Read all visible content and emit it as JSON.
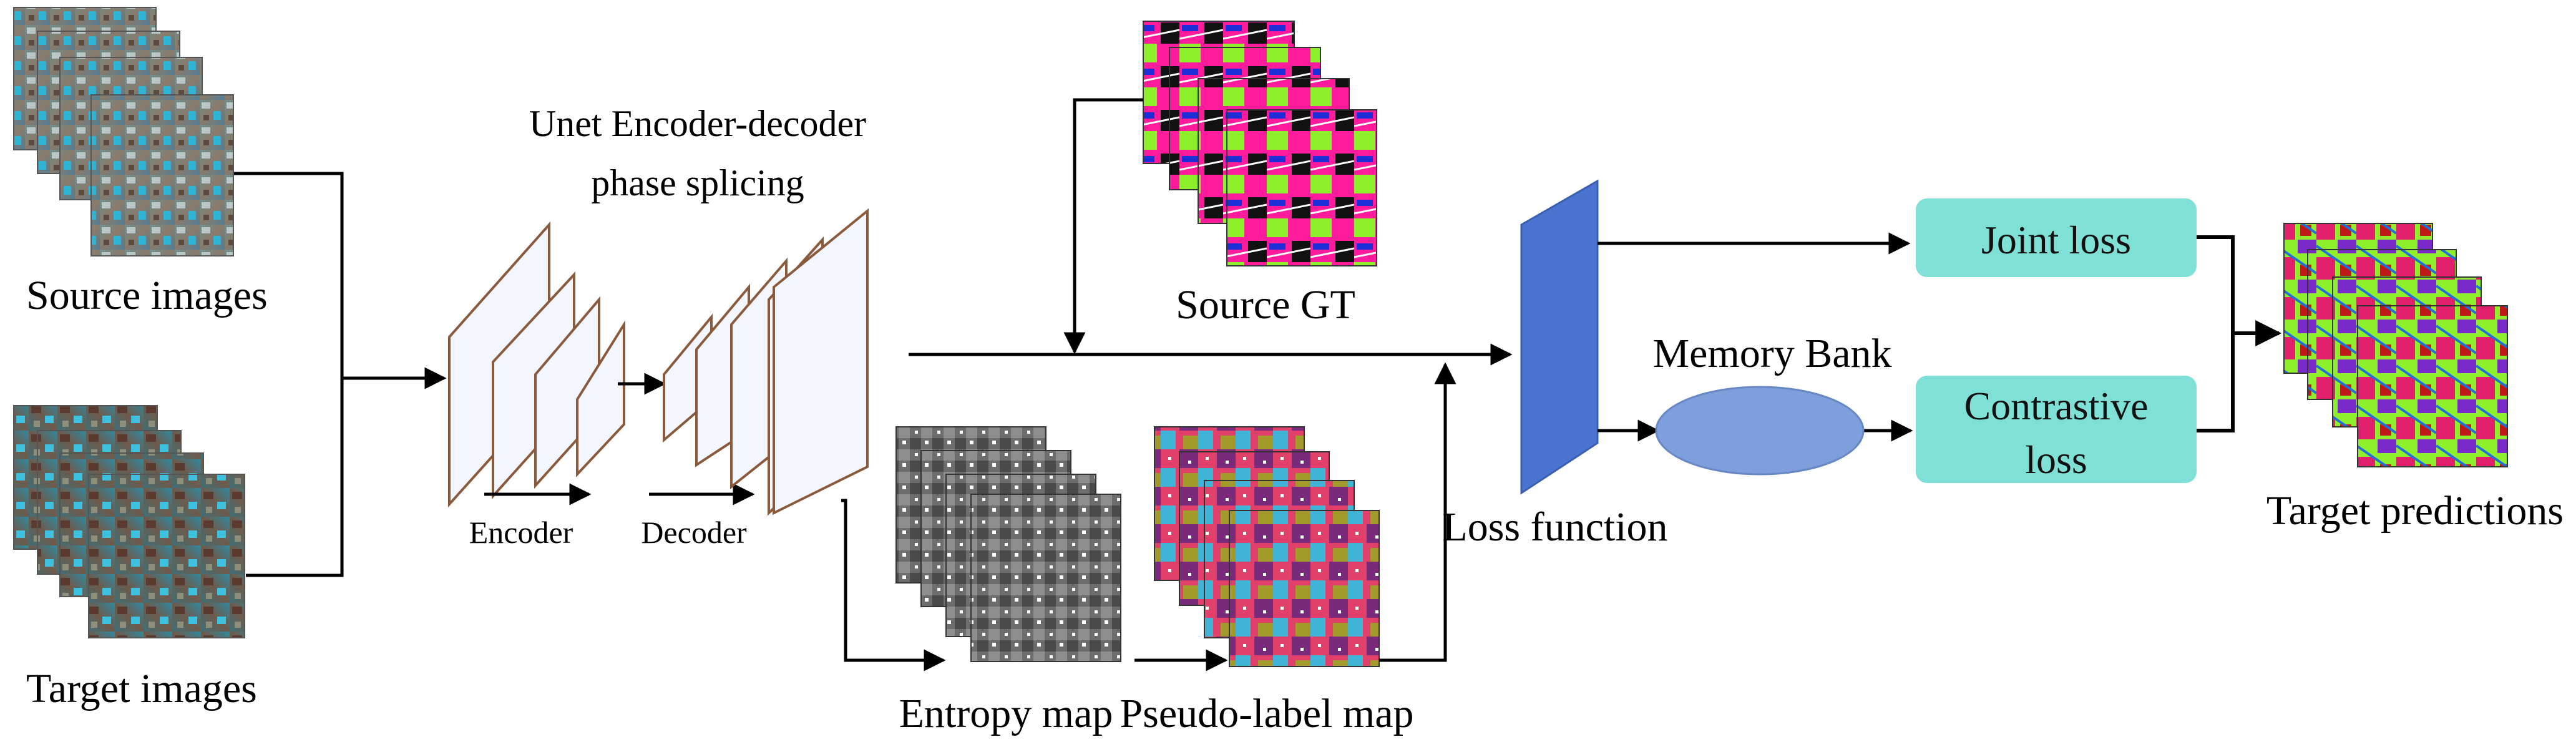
{
  "labels": {
    "source_images": "Source images",
    "target_images": "Target images",
    "unet_title_line1": "Unet Encoder-decoder",
    "unet_title_line2": "phase splicing",
    "encoder": "Encoder",
    "decoder": "Decoder",
    "source_gt": "Source GT",
    "entropy_map": "Entropy map",
    "pseudo_label_map": "Pseudo-label map",
    "loss_function": "Loss function",
    "memory_bank": "Memory Bank",
    "joint_loss": "Joint loss",
    "contrastive_loss_line1": "Contrastive",
    "contrastive_loss_line2": "loss",
    "target_predictions": "Target predictions"
  },
  "colors": {
    "arrow": "#000000",
    "loss_box": "#7fe0d6",
    "memory_bank": "#7f9fdc",
    "loss_block": "#4a74d0",
    "feature_map_edge": "#8a5a3c",
    "gt_pink": "#ff1c9c",
    "gt_green": "#8ef02a",
    "gt_blue": "#1f2fd8"
  }
}
